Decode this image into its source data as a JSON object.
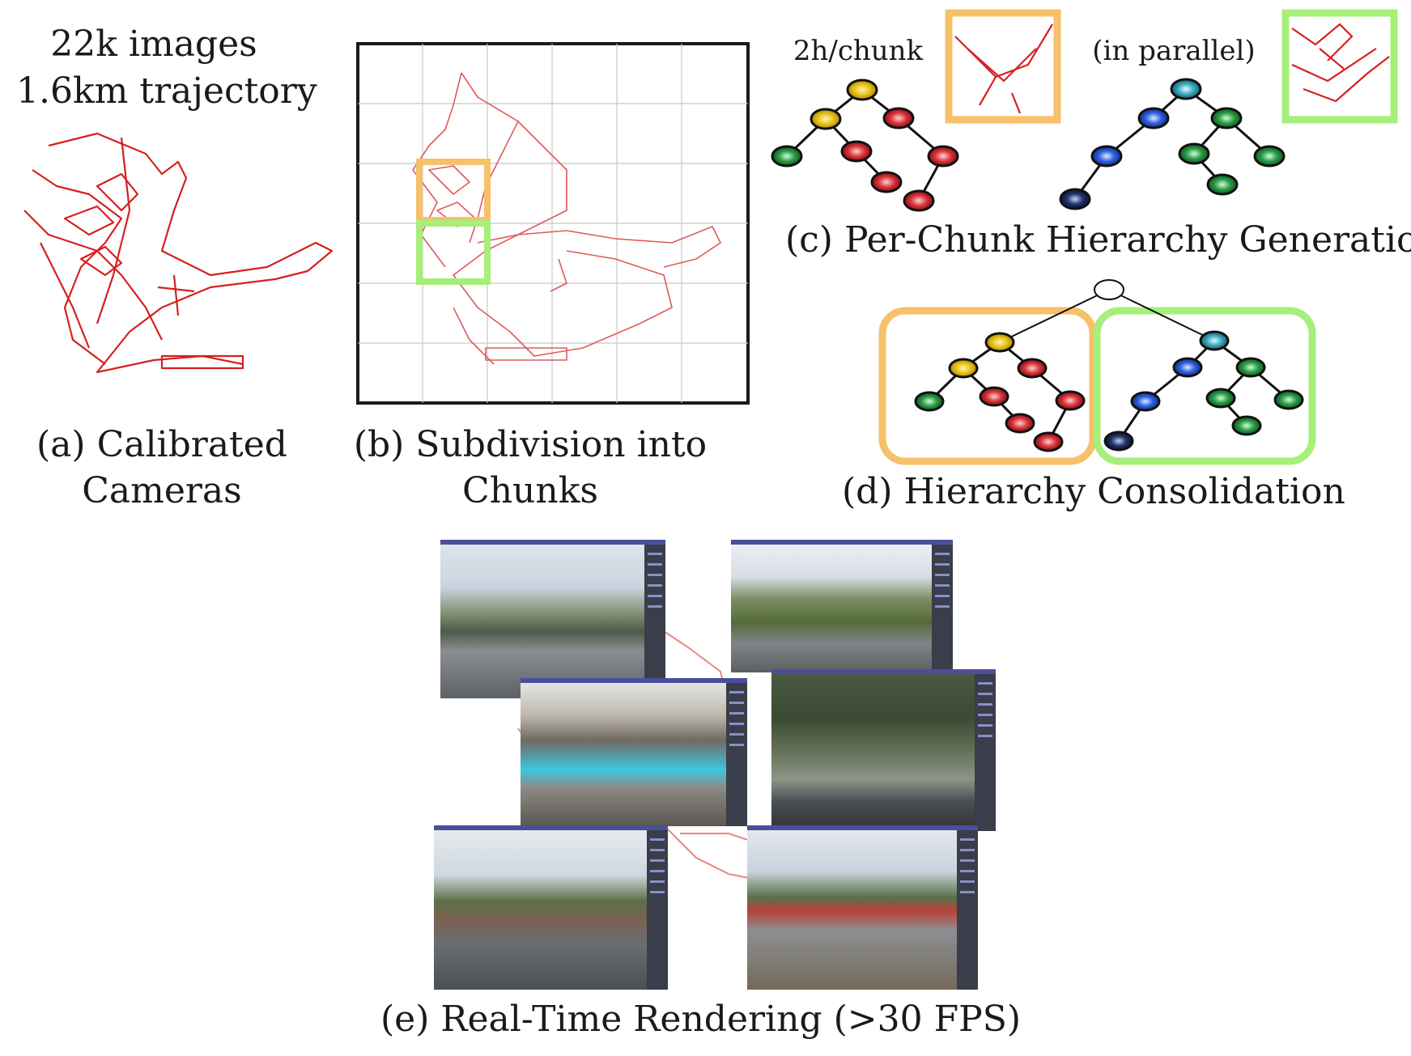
{
  "panel_a": {
    "line1": "22k images",
    "line2": "1.6km trajectory",
    "caption_line1": "(a) Calibrated",
    "caption_line2": "Cameras"
  },
  "panel_b": {
    "caption_line1": "(b) Subdivision into",
    "caption_line2": "Chunks"
  },
  "panel_c": {
    "label_left": "2h/chunk",
    "label_right": "(in parallel)",
    "caption": "(c) Per-Chunk Hierarchy Generation"
  },
  "panel_d": {
    "caption": "(d) Hierarchy Consolidation"
  },
  "panel_e": {
    "caption": "(e) Real-Time Rendering (>30 FPS)"
  },
  "colors": {
    "trajectory": "#d62020",
    "orange": "#f7c06a",
    "green": "#a6ef7a",
    "node_yellow": "#e8c21a",
    "node_red": "#d9333a",
    "node_green": "#2a9a45",
    "node_blue": "#2e5fe0",
    "node_navy": "#22336e",
    "node_teal": "#3aa9c0"
  }
}
